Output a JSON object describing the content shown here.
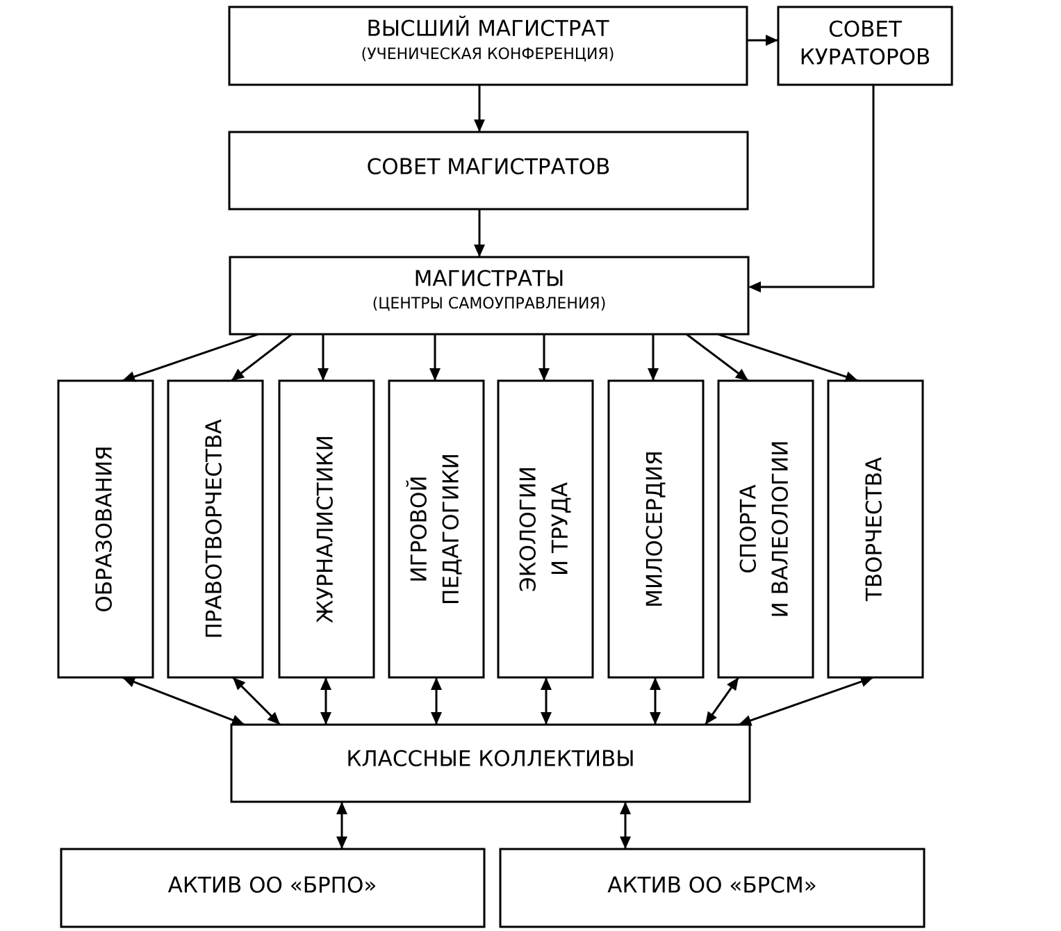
{
  "top": {
    "title": "ВЫСШИЙ МАГИСТРАТ",
    "subtitle": "(УЧЕНИЧЕСКАЯ КОНФЕРЕНЦИЯ)"
  },
  "curators": {
    "line1": "СОВЕТ",
    "line2": "КУРАТОРОВ"
  },
  "council": {
    "title": "СОВЕТ МАГИСТРАТОВ"
  },
  "magistrates": {
    "title": "МАГИСТРАТЫ",
    "subtitle": "(ЦЕНТРЫ САМОУПРАВЛЕНИЯ)"
  },
  "centers": [
    {
      "lines": [
        "ОБРАЗОВАНИЯ"
      ]
    },
    {
      "lines": [
        "ПРАВОТВОРЧЕСТВА"
      ]
    },
    {
      "lines": [
        "ЖУРНАЛИСТИКИ"
      ]
    },
    {
      "lines": [
        "ИГРОВОЙ",
        "ПЕДАГОГИКИ"
      ]
    },
    {
      "lines": [
        "ЭКОЛОГИИ",
        "И ТРУДА"
      ]
    },
    {
      "lines": [
        "МИЛОСЕРДИЯ"
      ]
    },
    {
      "lines": [
        "СПОРТА",
        "И ВАЛЕОЛОГИИ"
      ]
    },
    {
      "lines": [
        "ТВОРЧЕСТВА"
      ]
    }
  ],
  "classes": {
    "title": "КЛАССНЫЕ КОЛЛЕКТИВЫ"
  },
  "bottom": {
    "left": "АКТИВ ОО «БРПО»",
    "right": "АКТИВ ОО «БРСМ»"
  }
}
